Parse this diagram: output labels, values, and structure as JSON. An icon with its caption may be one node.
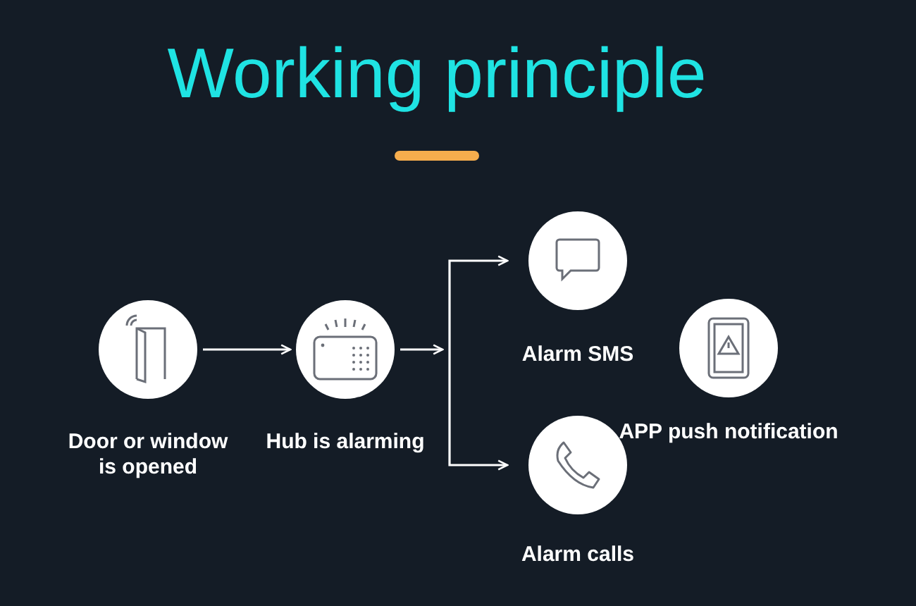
{
  "diagram": {
    "title": "Working principle",
    "nodes": [
      {
        "text": [
          "Door or window is opened"
        ]
      },
      {
        "text": [
          "Hub is alarming"
        ]
      },
      {
        "text": [
          "Alarm SMS"
        ]
      },
      {
        "text": [
          "Alarm calls"
        ]
      },
      {
        "text": [
          "APP push notification"
        ]
      }
    ],
    "edges": [
      {
        "from": 0,
        "to": 1,
        "arrow": "to"
      },
      {
        "from": 1,
        "to": 2,
        "arrow": "to"
      },
      {
        "from": 1,
        "to": 3,
        "arrow": "to"
      }
    ]
  }
}
